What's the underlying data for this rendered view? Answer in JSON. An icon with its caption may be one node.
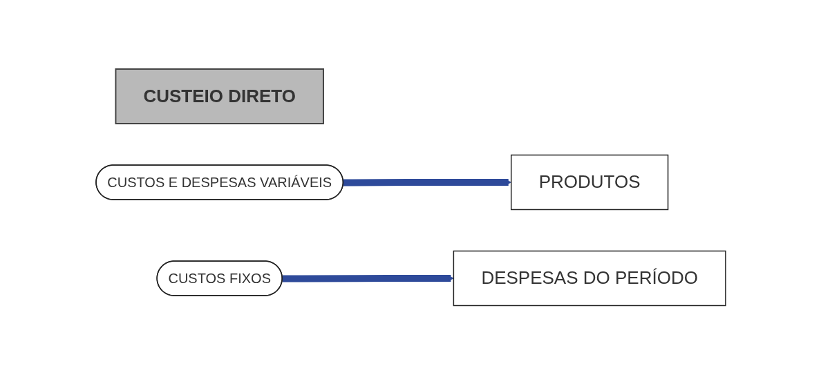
{
  "diagram": {
    "nodes": [
      {
        "text": [
          "CUSTEIO DIRETO"
        ]
      },
      {
        "text": [
          "CUSTOS E DESPESAS VARIÁVEIS"
        ]
      },
      {
        "text": [
          "PRODUTOS"
        ]
      },
      {
        "text": [
          "CUSTOS FIXOS"
        ]
      },
      {
        "text": [
          "DESPESAS DO PERÍODO"
        ]
      }
    ],
    "edges": [
      {
        "from": 1,
        "to": 2,
        "arrow": "to"
      },
      {
        "from": 3,
        "to": 4,
        "arrow": "to"
      }
    ]
  }
}
